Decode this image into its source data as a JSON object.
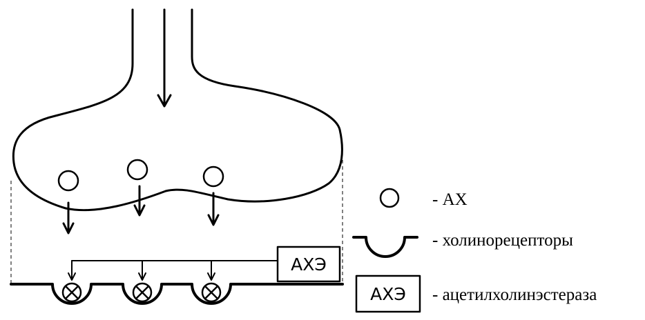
{
  "diagram": {
    "enzyme_box_label": "АХЭ",
    "legend": {
      "ach_label": "- АХ",
      "receptor_label": "- холинорецепторы",
      "enzyme_box_label": "АХЭ",
      "enzyme_label": "- ацетилхолинэстераза"
    }
  }
}
